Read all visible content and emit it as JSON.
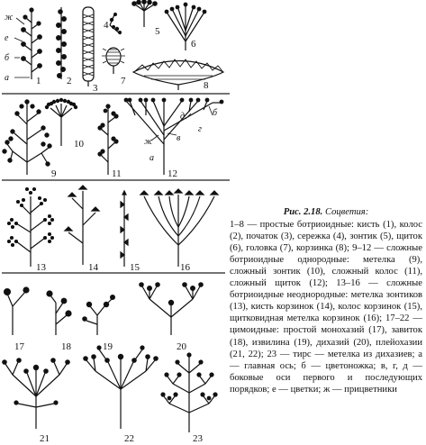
{
  "figure": {
    "panel_numbers": [
      "1",
      "2",
      "3",
      "4",
      "5",
      "6",
      "7",
      "8",
      "9",
      "10",
      "11",
      "12",
      "13",
      "14",
      "15",
      "16",
      "17",
      "18",
      "19",
      "20",
      "21",
      "22",
      "23"
    ],
    "labels_fig1": [
      "ж",
      "е",
      "б",
      "а"
    ],
    "labels_fig12": [
      "д",
      "б",
      "г",
      "ж",
      "в",
      "а"
    ]
  },
  "caption": {
    "title_prefix": "Рис. 2.18.",
    "title_text": "Соцветия:",
    "body": "1–8 — простые ботриоидные: кисть (1), колос (2), початок (3), сережка (4), зонтик (5), щиток (6), головка (7), корзинка (8); 9–12 — сложные ботриоидные однородные: метелка (9), сложный зонтик (10), сложный колос (11), сложный щиток (12); 13–16 — сложные ботриоидные неоднородные: метелка зонтиков (13), кисть корзинок (14), колос корзинок (15), щитковидная метелка корзинок (16); 17–22 — цимоидные: простой монохазий (17), завиток (18), извилина (19), дихазий (20), плейохазии (21, 22); 23 — тирс — метелка из дихазиев; а — главная ось; б — цветоножка; в, г, д — боковые оси первого и последующих порядков; е — цветки; ж — прицветники"
  }
}
